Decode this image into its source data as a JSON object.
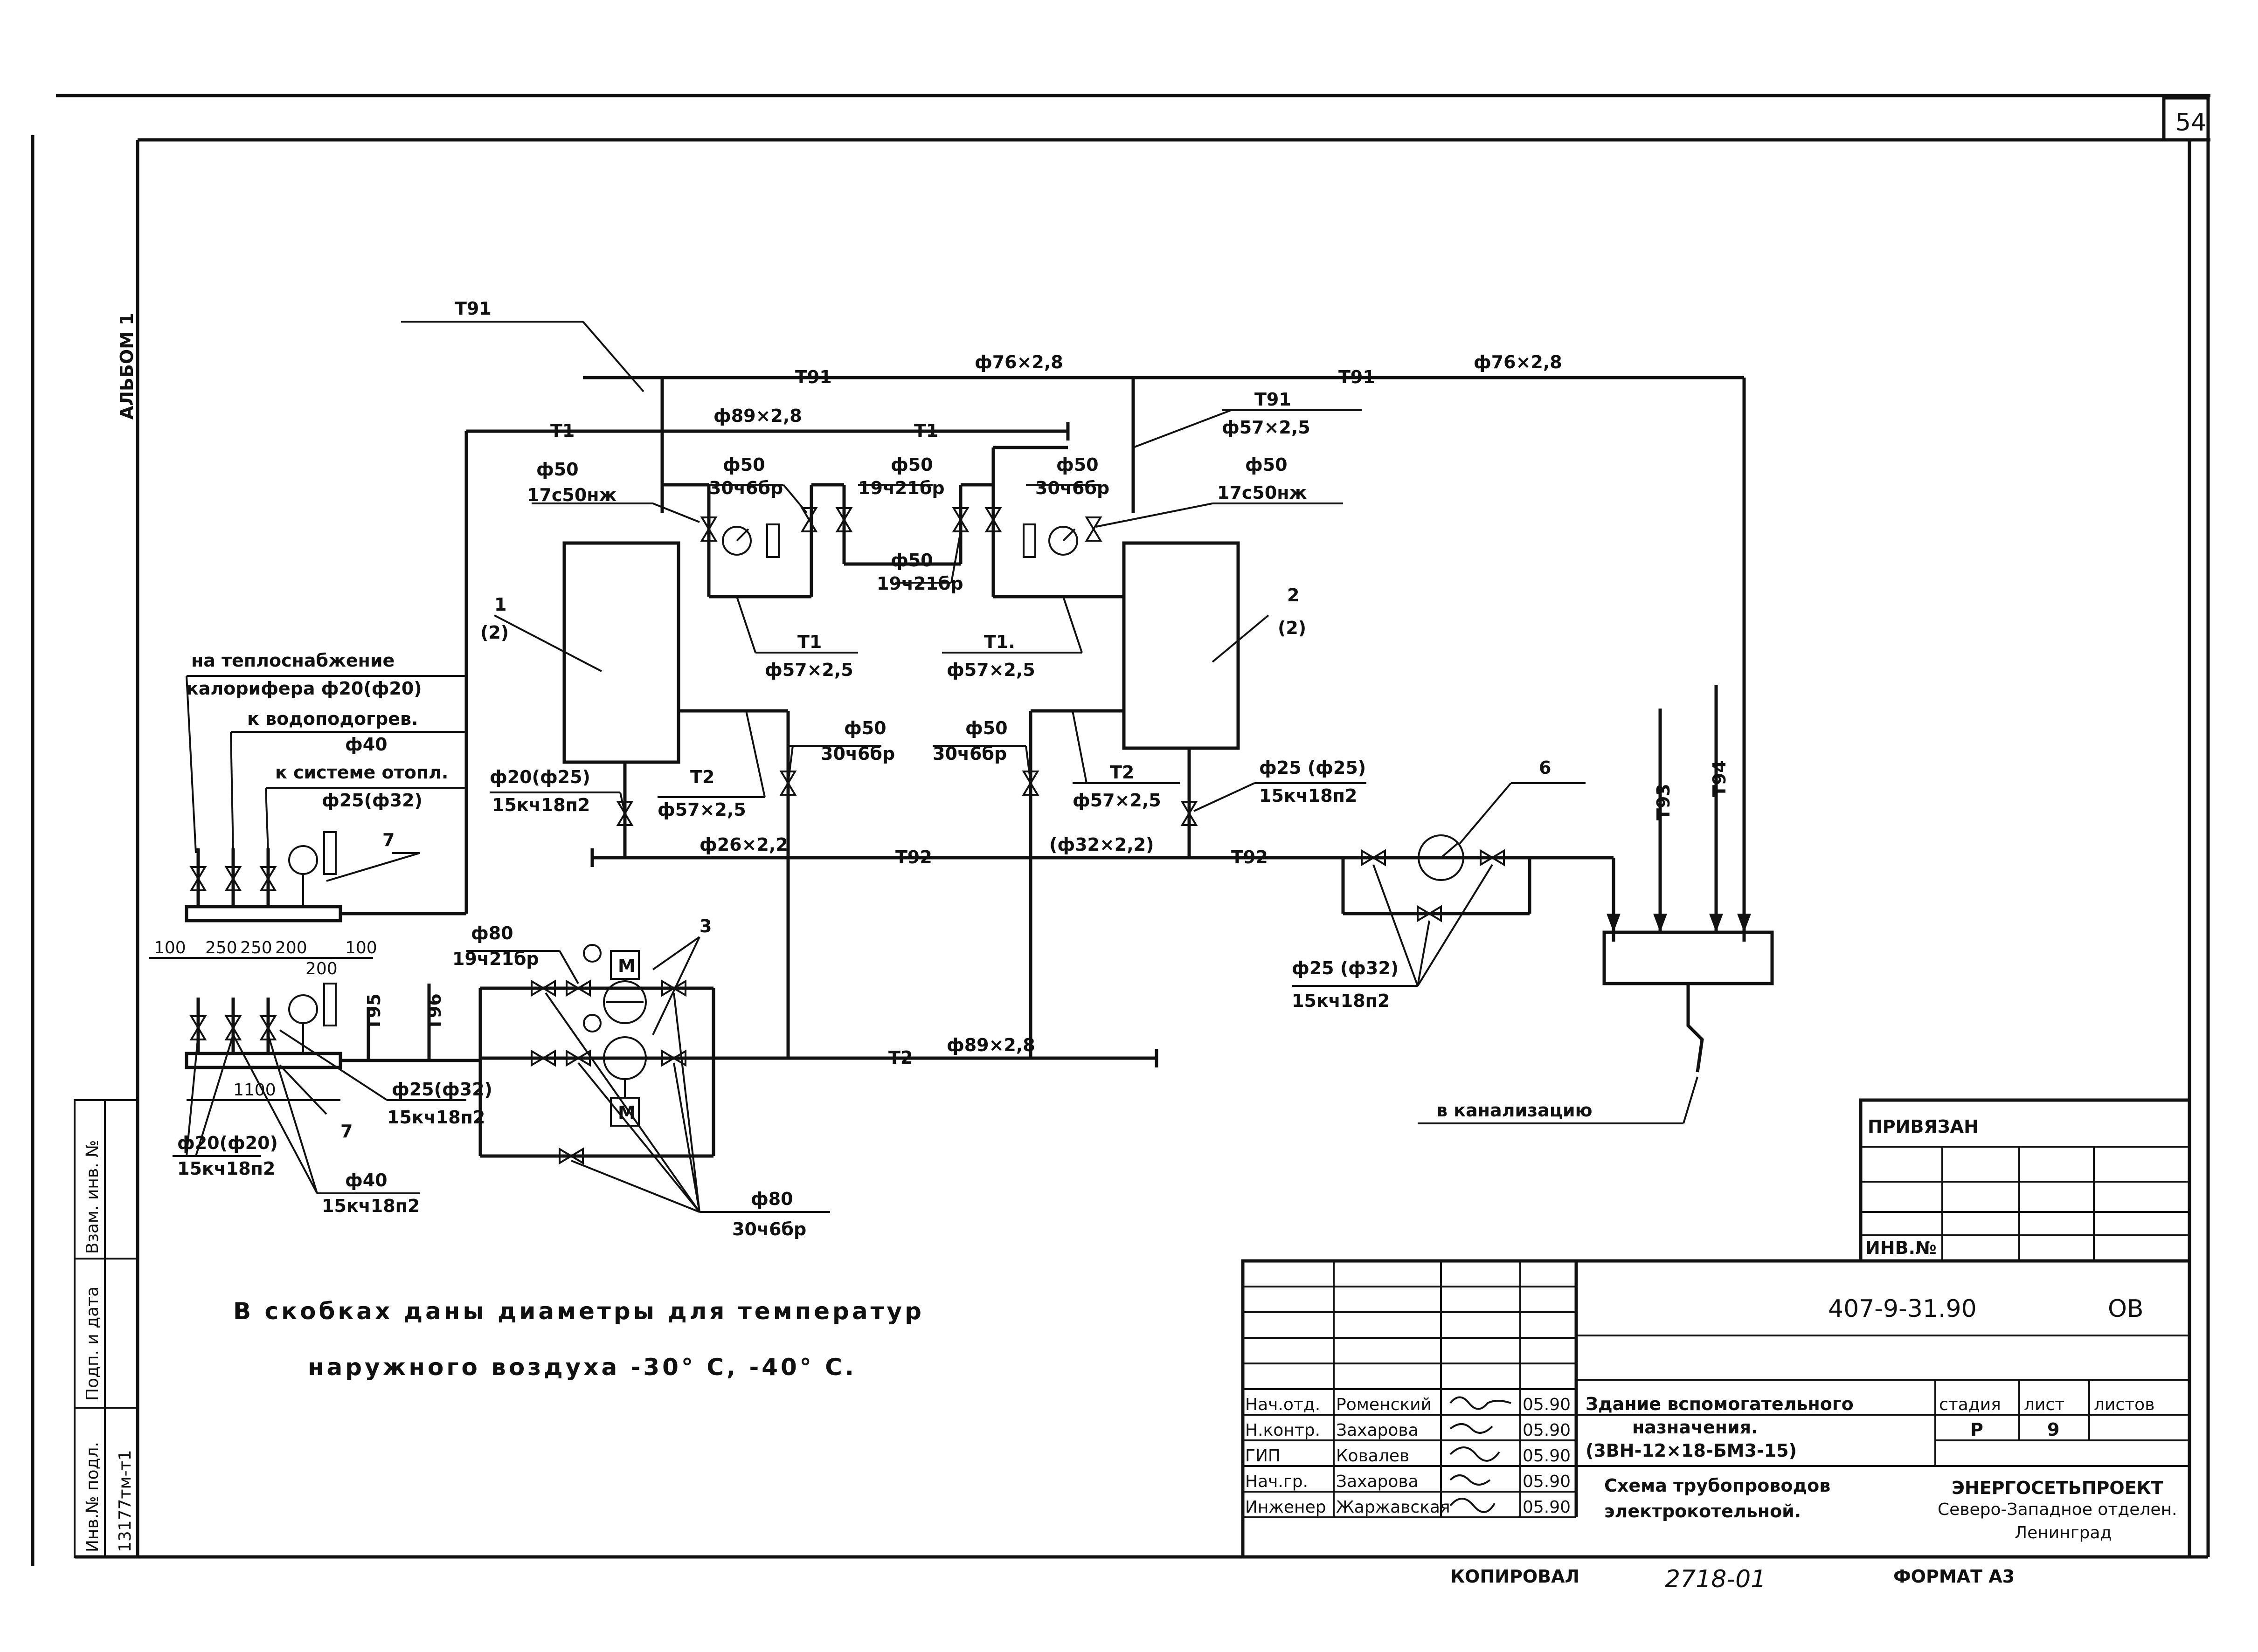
{
  "sheet": {
    "number": "54",
    "album": "АЛЬБОМ 1",
    "copied": "КОПИРОВАЛ",
    "format_code": "2718-01",
    "format": "ФОРМАТ А3"
  },
  "pipes": {
    "t91_left": "T91",
    "t91_mid1": "T91",
    "t91_mid2": "T91",
    "t91_right": "T91",
    "d76_a": "ф76×2,8",
    "d76_b": "ф76×2,8",
    "t1_a": "T1",
    "t1_b": "T1",
    "d89_top": "ф89×2,8",
    "d57_t91": "ф57×2,5",
    "t1_c": "T1",
    "t1_d": "T1.",
    "d57_t1a": "ф57×2,5",
    "d57_t1b": "ф57×2,5",
    "t2_a": "T2",
    "t2_b": "T2",
    "d57_t2a": "ф57×2,5",
    "d57_t2b": "ф57×2,5",
    "t92_a": "T92",
    "t92_b": "T92",
    "d26": "ф26×2,2",
    "d32": "(ф32×2,2)",
    "t2_c": "T2",
    "d89_bottom": "ф89×2,8",
    "t93": "T93",
    "t94": "T94",
    "t95": "T95",
    "t96": "T96"
  },
  "valves": {
    "v1_size": "ф50",
    "v1_type": "17с50нж",
    "v2_size": "ф50",
    "v2_type": "30ч6бр",
    "v3_size": "ф50",
    "v3_type": "19ч21бр",
    "v4_size": "ф50",
    "v4_type": "30ч6бр",
    "v5_size": "ф50",
    "v5_type": "17с50нж",
    "v6_size": "ф50",
    "v6_type": "19ч21бр",
    "v7_size": "ф20(ф25)",
    "v7_type": "15кч18п2",
    "v8_size": "ф50",
    "v8_type": "30ч6бр",
    "v9_size": "ф50",
    "v9_type": "30ч6бр",
    "v10_size": "ф25 (ф25)",
    "v10_type": "15кч18п2",
    "v11_size": "ф25 (ф32)",
    "v11_type": "15кч18п2",
    "v12_size": "ф80",
    "v12_type": "19ч21бр",
    "v13_size": "ф80",
    "v13_type": "30ч6бр",
    "v14_size": "ф25(ф32)",
    "v14_type": "15кч18п2",
    "v15_size": "ф20(ф20)",
    "v15_type": "15кч18п2",
    "v16_size": "ф40",
    "v16_type": "15кч18п2"
  },
  "consumers": {
    "line1": "на теплоснабжение",
    "line2": "калорифера  ф20(ф20)",
    "line3": "к водоподогрев.",
    "line3_size": "ф40",
    "line4": "к системе отопл.",
    "line4_size": "ф25(ф32)"
  },
  "equipment": {
    "tank1": "1",
    "tank1_sub": "(2)",
    "tank2": "2",
    "tank2_sub": "(2)",
    "pump": "3",
    "meter": "6",
    "collector_a": "7",
    "collector_b": "7",
    "motor": "M",
    "sewer": "в канализацию"
  },
  "dims": [
    "100",
    "250",
    "250",
    "200",
    "100",
    "200",
    "1100"
  ],
  "note": {
    "line1": "В скобках даны диаметры для температур",
    "line2": "наружного воздуха -30° С, -40° С."
  },
  "title_block": {
    "bound": "ПРИВЯЗАН",
    "inv_no": "ИНВ.№",
    "code": "407-9-31.90",
    "suffix": "ОВ",
    "project_l1": "Здание вспомогательного",
    "project_l2": "назначения.",
    "project_l3": "(3ВН-12×18-БМ3-15)",
    "sheet_title_l1": "Схема трубопроводов",
    "sheet_title_l2": "электрокотельной.",
    "stage_h": "стадия",
    "sheet_h": "лист",
    "sheets_h": "листов",
    "stage": "Р",
    "sheet_no": "9",
    "org_l1": "ЭНЕРГОСЕТЬПРОЕКТ",
    "org_l2": "Северо-Западное отделен.",
    "org_l3": "Ленинград",
    "roles": [
      {
        "role": "Нач.отд.",
        "name": "Роменский",
        "date": "05.90"
      },
      {
        "role": "Н.контр.",
        "name": "Захарова",
        "date": "05.90"
      },
      {
        "role": "ГИП",
        "name": "Ковалев",
        "date": "05.90"
      },
      {
        "role": "Нач.гр.",
        "name": "Захарова",
        "date": "05.90"
      },
      {
        "role": "Инженер",
        "name": "Жаржавская",
        "date": "05.90"
      }
    ]
  },
  "side_stamp": {
    "cell1": "Взам. инв. №",
    "cell2": "Подп. и дата",
    "cell3": "Инв.№ подл.",
    "cell4": "13177тм-т1"
  }
}
